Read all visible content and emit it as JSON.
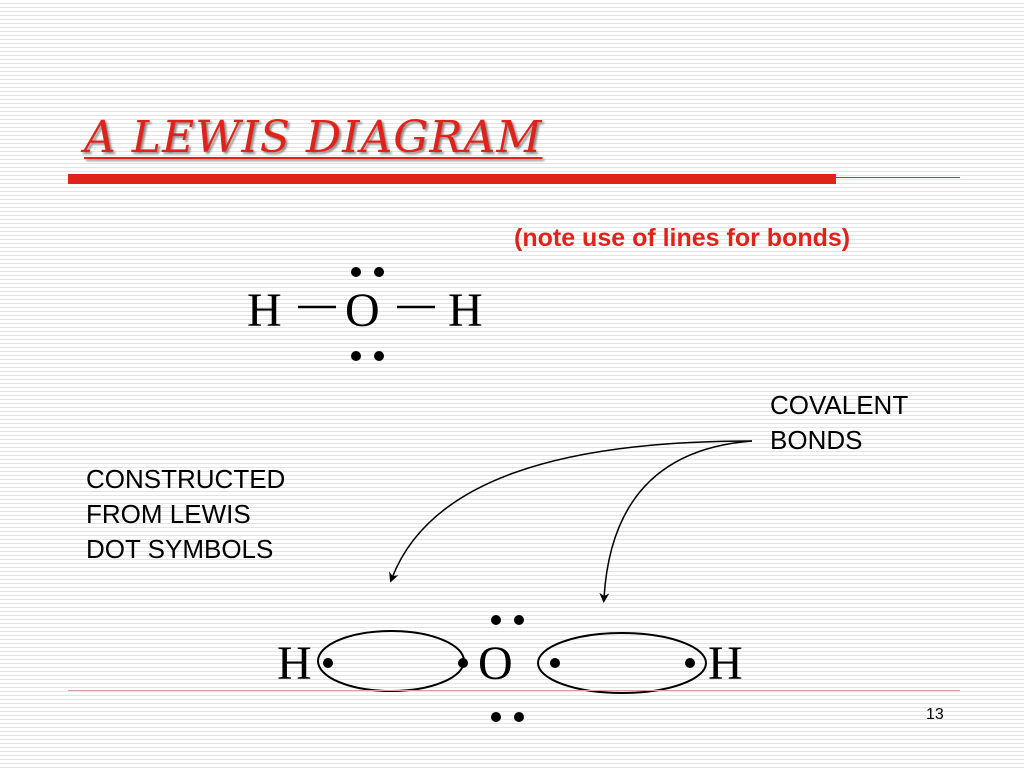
{
  "slide": {
    "title": "A LEWIS DIAGRAM",
    "note": "(note use of lines for bonds)",
    "colors": {
      "accent": "#e0231a",
      "text": "#000000"
    },
    "top_structure": {
      "left_atom": "H",
      "center_atom": "O",
      "right_atom": "H"
    },
    "labels": {
      "covalent_line1": "COVALENT",
      "covalent_line2": "BONDS",
      "constructed_line1": "CONSTRUCTED",
      "constructed_line2": "FROM LEWIS",
      "constructed_line3": "DOT SYMBOLS"
    },
    "bottom_structure": {
      "left_atom": "H",
      "center_atom": "O",
      "right_atom": "H"
    },
    "page_number": "13"
  }
}
